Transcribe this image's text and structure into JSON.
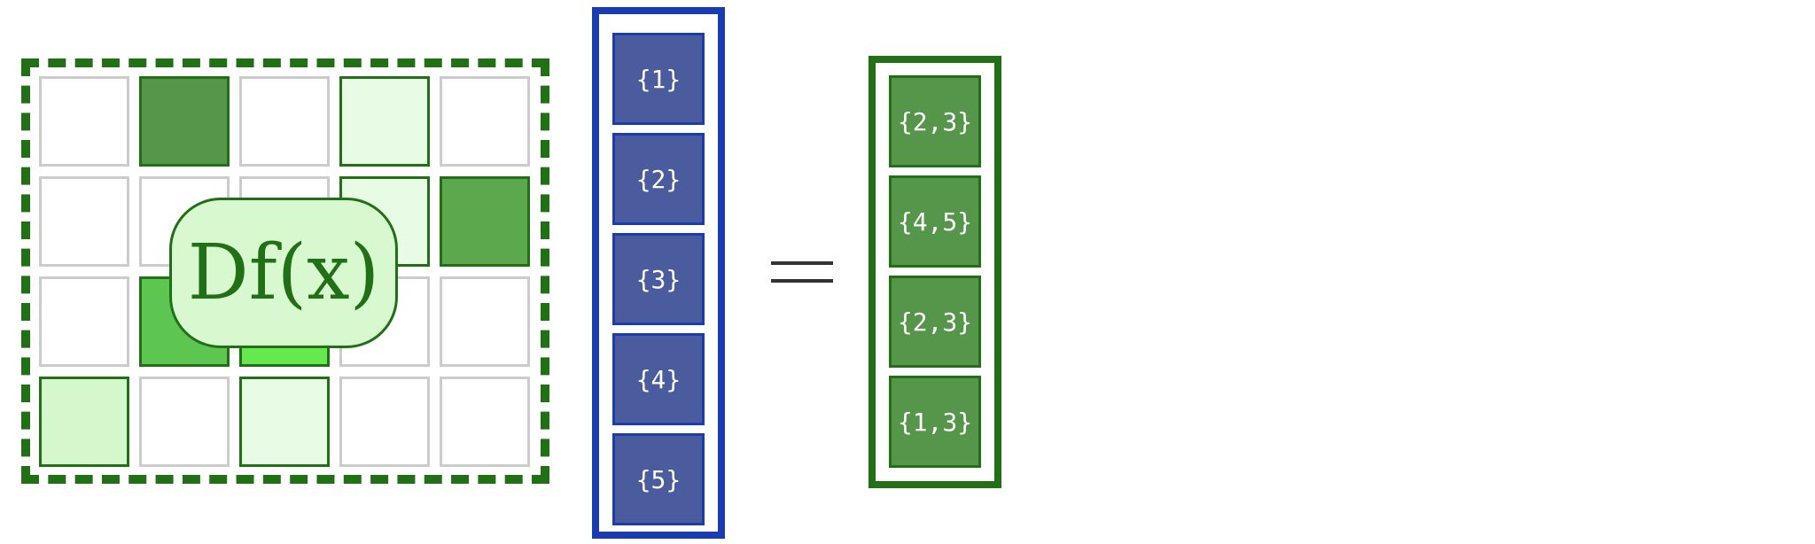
{
  "operator": {
    "label": "Df(x)"
  },
  "matrix": {
    "rows": 4,
    "cols": 5,
    "highlighted": [
      {
        "row": 0,
        "col": 1,
        "color": "#55964a"
      },
      {
        "row": 0,
        "col": 3,
        "color": "#e8fbe4"
      },
      {
        "row": 1,
        "col": 3,
        "color": "#e8fbe4"
      },
      {
        "row": 1,
        "col": 4,
        "color": "#5ba84d"
      },
      {
        "row": 2,
        "col": 1,
        "color": "#5dc650"
      },
      {
        "row": 2,
        "col": 2,
        "color": "#66e84f"
      },
      {
        "row": 3,
        "col": 0,
        "color": "#d4f8cc"
      },
      {
        "row": 3,
        "col": 2,
        "color": "#e8fbe4"
      }
    ]
  },
  "input_vector": {
    "entries": [
      "{1}",
      "{2}",
      "{3}",
      "{4}",
      "{5}"
    ]
  },
  "output_vector": {
    "entries": [
      "{2,3}",
      "{4,5}",
      "{2,3}",
      "{1,3}"
    ]
  },
  "colors": {
    "green": "#217016",
    "blue": "#1a3cb0",
    "grid": "#cccccc"
  }
}
